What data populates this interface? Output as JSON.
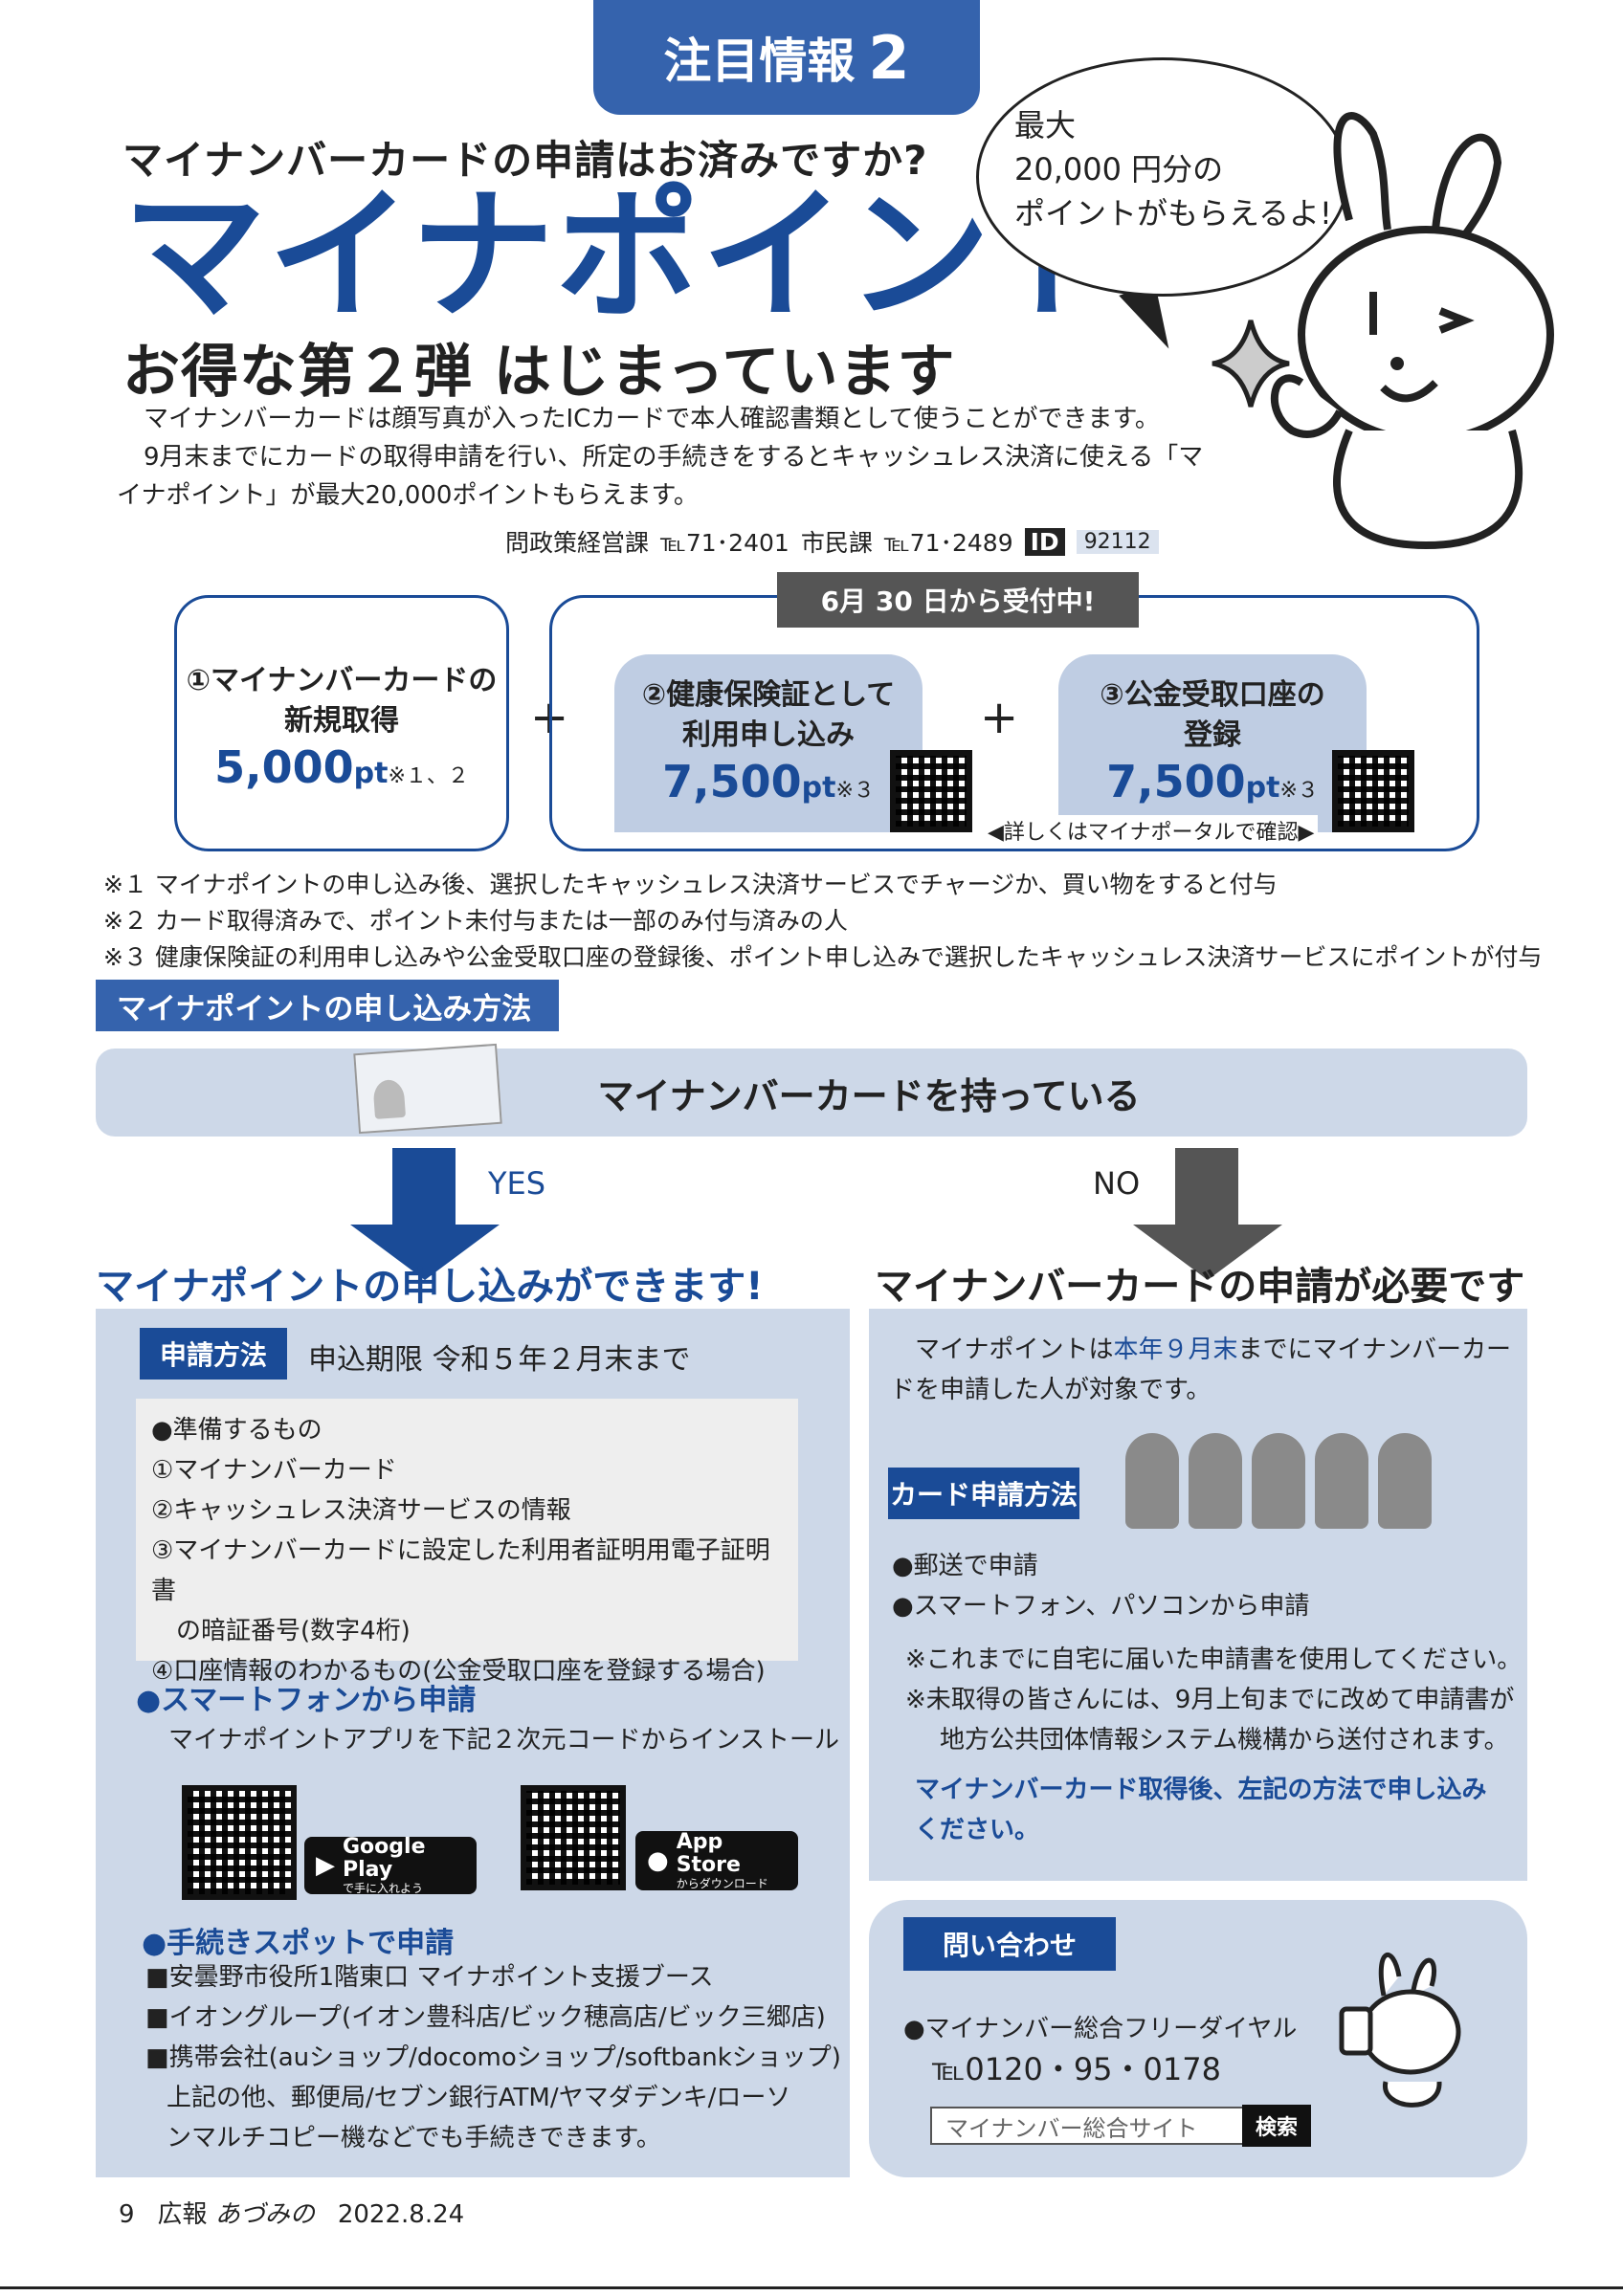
{
  "header": {
    "tab_label": "注目情報",
    "tab_number": "2",
    "subtitle": "マイナンバーカードの申請はお済みですか?",
    "title": "マイナポイント",
    "headline": "お得な第２弾 はじまっています"
  },
  "bubble": {
    "line1": "最大",
    "line2": "20,000 円分の",
    "line3": "ポイントがもらえるよ!"
  },
  "intro": {
    "p1": "マイナンバーカードは顔写真が入ったICカードで本人確認書類として使うことができます。",
    "p2": "9月末までにカードの取得申請を行い、所定の手続きをするとキャッシュレス決済に使える「マイナポイント」が最大20,000ポイントもらえます。"
  },
  "contact_line": {
    "dept1": "問政策経営課",
    "tel1": "℡71･2401",
    "dept2": "市民課",
    "tel2": "℡71･2489",
    "id_label": "ID",
    "id_value": "92112"
  },
  "points": {
    "reception": "6月 30 日から受付中!",
    "item1_label_1": "①マイナンバーカードの",
    "item1_label_2": "新規取得",
    "item1_points": "5,000",
    "item1_note": "※１、２",
    "item2_label_1": "②健康保険証として",
    "item2_label_2": "利用申し込み",
    "item2_points": "7,500",
    "item2_note": "※３",
    "item3_label_1": "③公金受取口座の",
    "item3_label_2": "登録",
    "item3_points": "7,500",
    "item3_note": "※３",
    "unit": "pt",
    "plus": "+",
    "confirm_note": "◀詳しくはマイナポータルで確認▶"
  },
  "notes": [
    "※１ マイナポイントの申し込み後、選択したキャッシュレス決済サービスでチャージか、買い物をすると付与",
    "※２ カード取得済みで、ポイント未付与または一部のみ付与済みの人",
    "※３ 健康保険証の利用申し込みや公金受取口座の登録後、ポイント申し込みで選択したキャッシュレス決済サービスにポイントが付与"
  ],
  "method": {
    "bar_label": "マイナポイントの申し込み方法",
    "question": "マイナンバーカードを持っている",
    "yes": "YES",
    "no": "NO",
    "yes_title": "マイナポイントの申し込みができます!",
    "no_title": "マイナンバーカードの申請が必要です"
  },
  "yes_side": {
    "apply_label": "申請方法",
    "deadline": "申込期限 令和５年２月末まで",
    "prep": [
      "●準備するもの",
      "①マイナンバーカード",
      "②キャッシュレス決済サービスの情報",
      "③マイナンバーカードに設定した利用者証明用電子証明書",
      "の暗証番号(数字4桁)",
      "④口座情報のわかるもの(公金受取口座を登録する場合)"
    ],
    "smartphone_head": "●スマートフォンから申請",
    "smartphone_text": "マイナポイントアプリを下記２次元コードからインストール",
    "google_play_big": "Google Play",
    "google_play_small": "で手に入れよう",
    "app_store_big": "App Store",
    "app_store_small": "からダウンロード",
    "spot_head": "●手続きスポットで申請",
    "spots": [
      "■安曇野市役所1階東口 マイナポイント支援ブース",
      "■イオングループ(イオン豊科店/ビック穂高店/ビック三郷店)",
      "■携帯会社(auショップ/docomoショップ/softbankショップ)",
      "上記の他、郵便局/セブン銀行ATM/ヤマダデンキ/ローソ",
      "ンマルチコピー機などでも手続きできます。"
    ]
  },
  "no_side": {
    "text_pre": "マイナポイントは",
    "text_hl": "本年９月末",
    "text_post": "までにマイナンバーカードを申請した人が対象です。",
    "card_method_label": "カード申請方法",
    "methods": [
      "●郵送で申請",
      "●スマートフォン、パソコンから申請"
    ],
    "notes": [
      "※これまでに自宅に届いた申請書を使用してください。",
      "※未取得の皆さんには、9月上旬までに改めて申請書が",
      "地方公共団体情報システム機構から送付されます。"
    ],
    "cta": "マイナンバーカード取得後、左記の方法で申し込みください。"
  },
  "inquiry": {
    "label": "問い合わせ",
    "line1": "●マイナンバー総合フリーダイヤル",
    "phone": "℡0120・95・0178",
    "search_text": "マイナンバー総合サイト",
    "search_btn": "検索"
  },
  "footer": {
    "page": "9",
    "label": "広報",
    "paper": "あづみの",
    "date": "2022.8.24"
  }
}
